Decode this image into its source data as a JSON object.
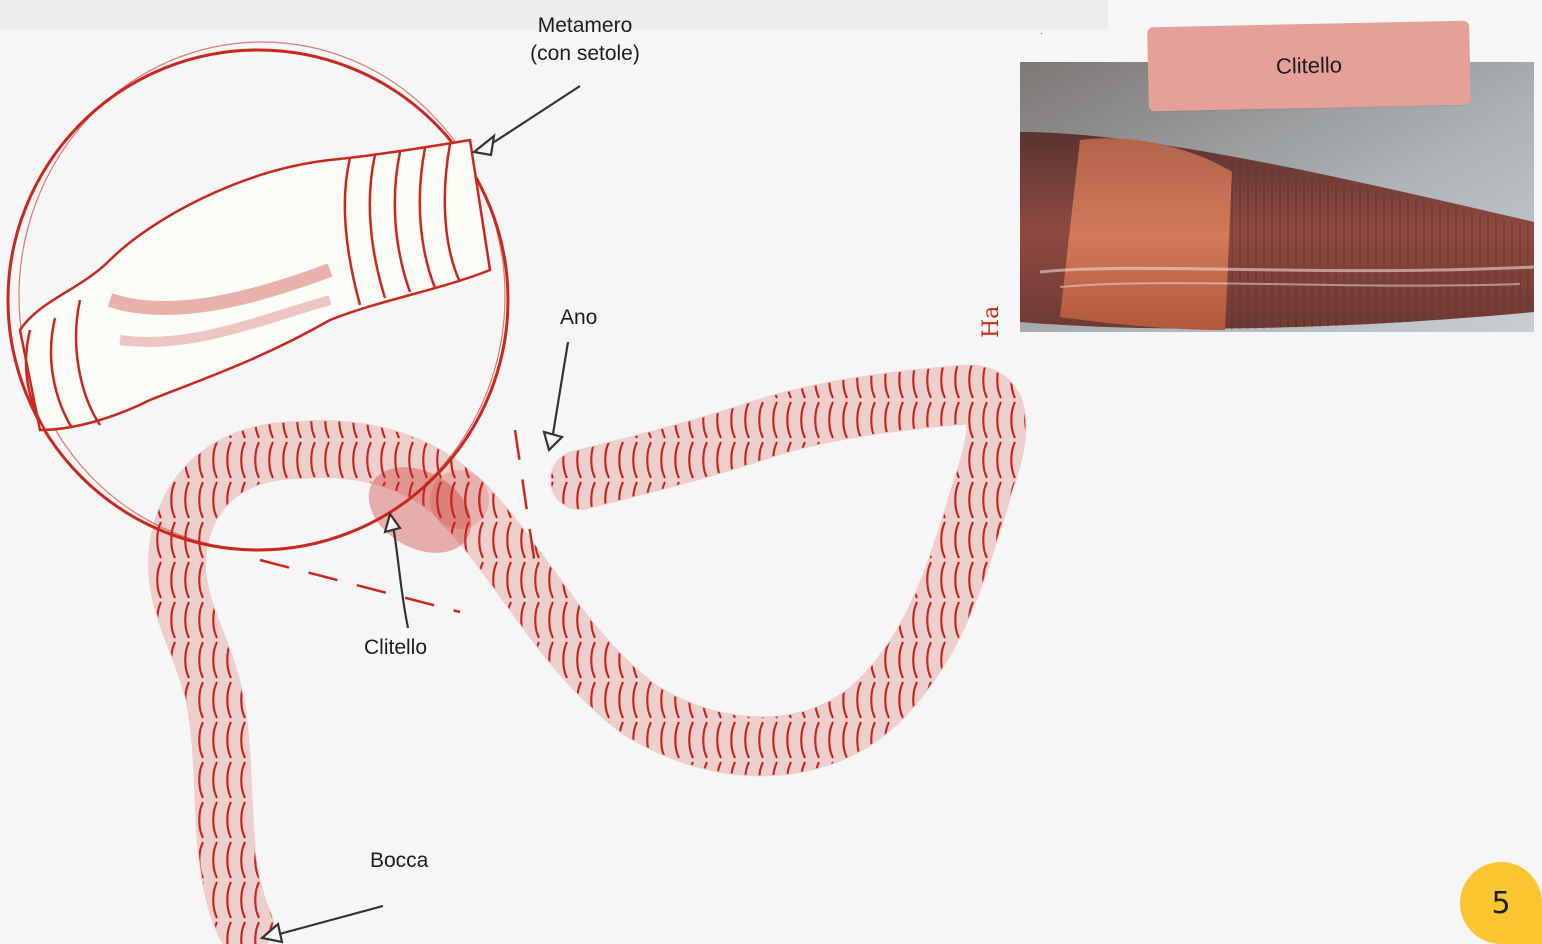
{
  "labels": {
    "metamero_line1": "Metamero",
    "metamero_line2": "(con setole)",
    "ano": "Ano",
    "clitello": "Clitello",
    "bocca": "Bocca"
  },
  "signature": "Ha",
  "photo_tag": "Clitello",
  "page_badge": "5",
  "colors": {
    "sketch_red": "#c8281e",
    "photo_tag_bg": "#e6a09a",
    "badge_bg": "#fbc531",
    "arrow": "#333333"
  }
}
